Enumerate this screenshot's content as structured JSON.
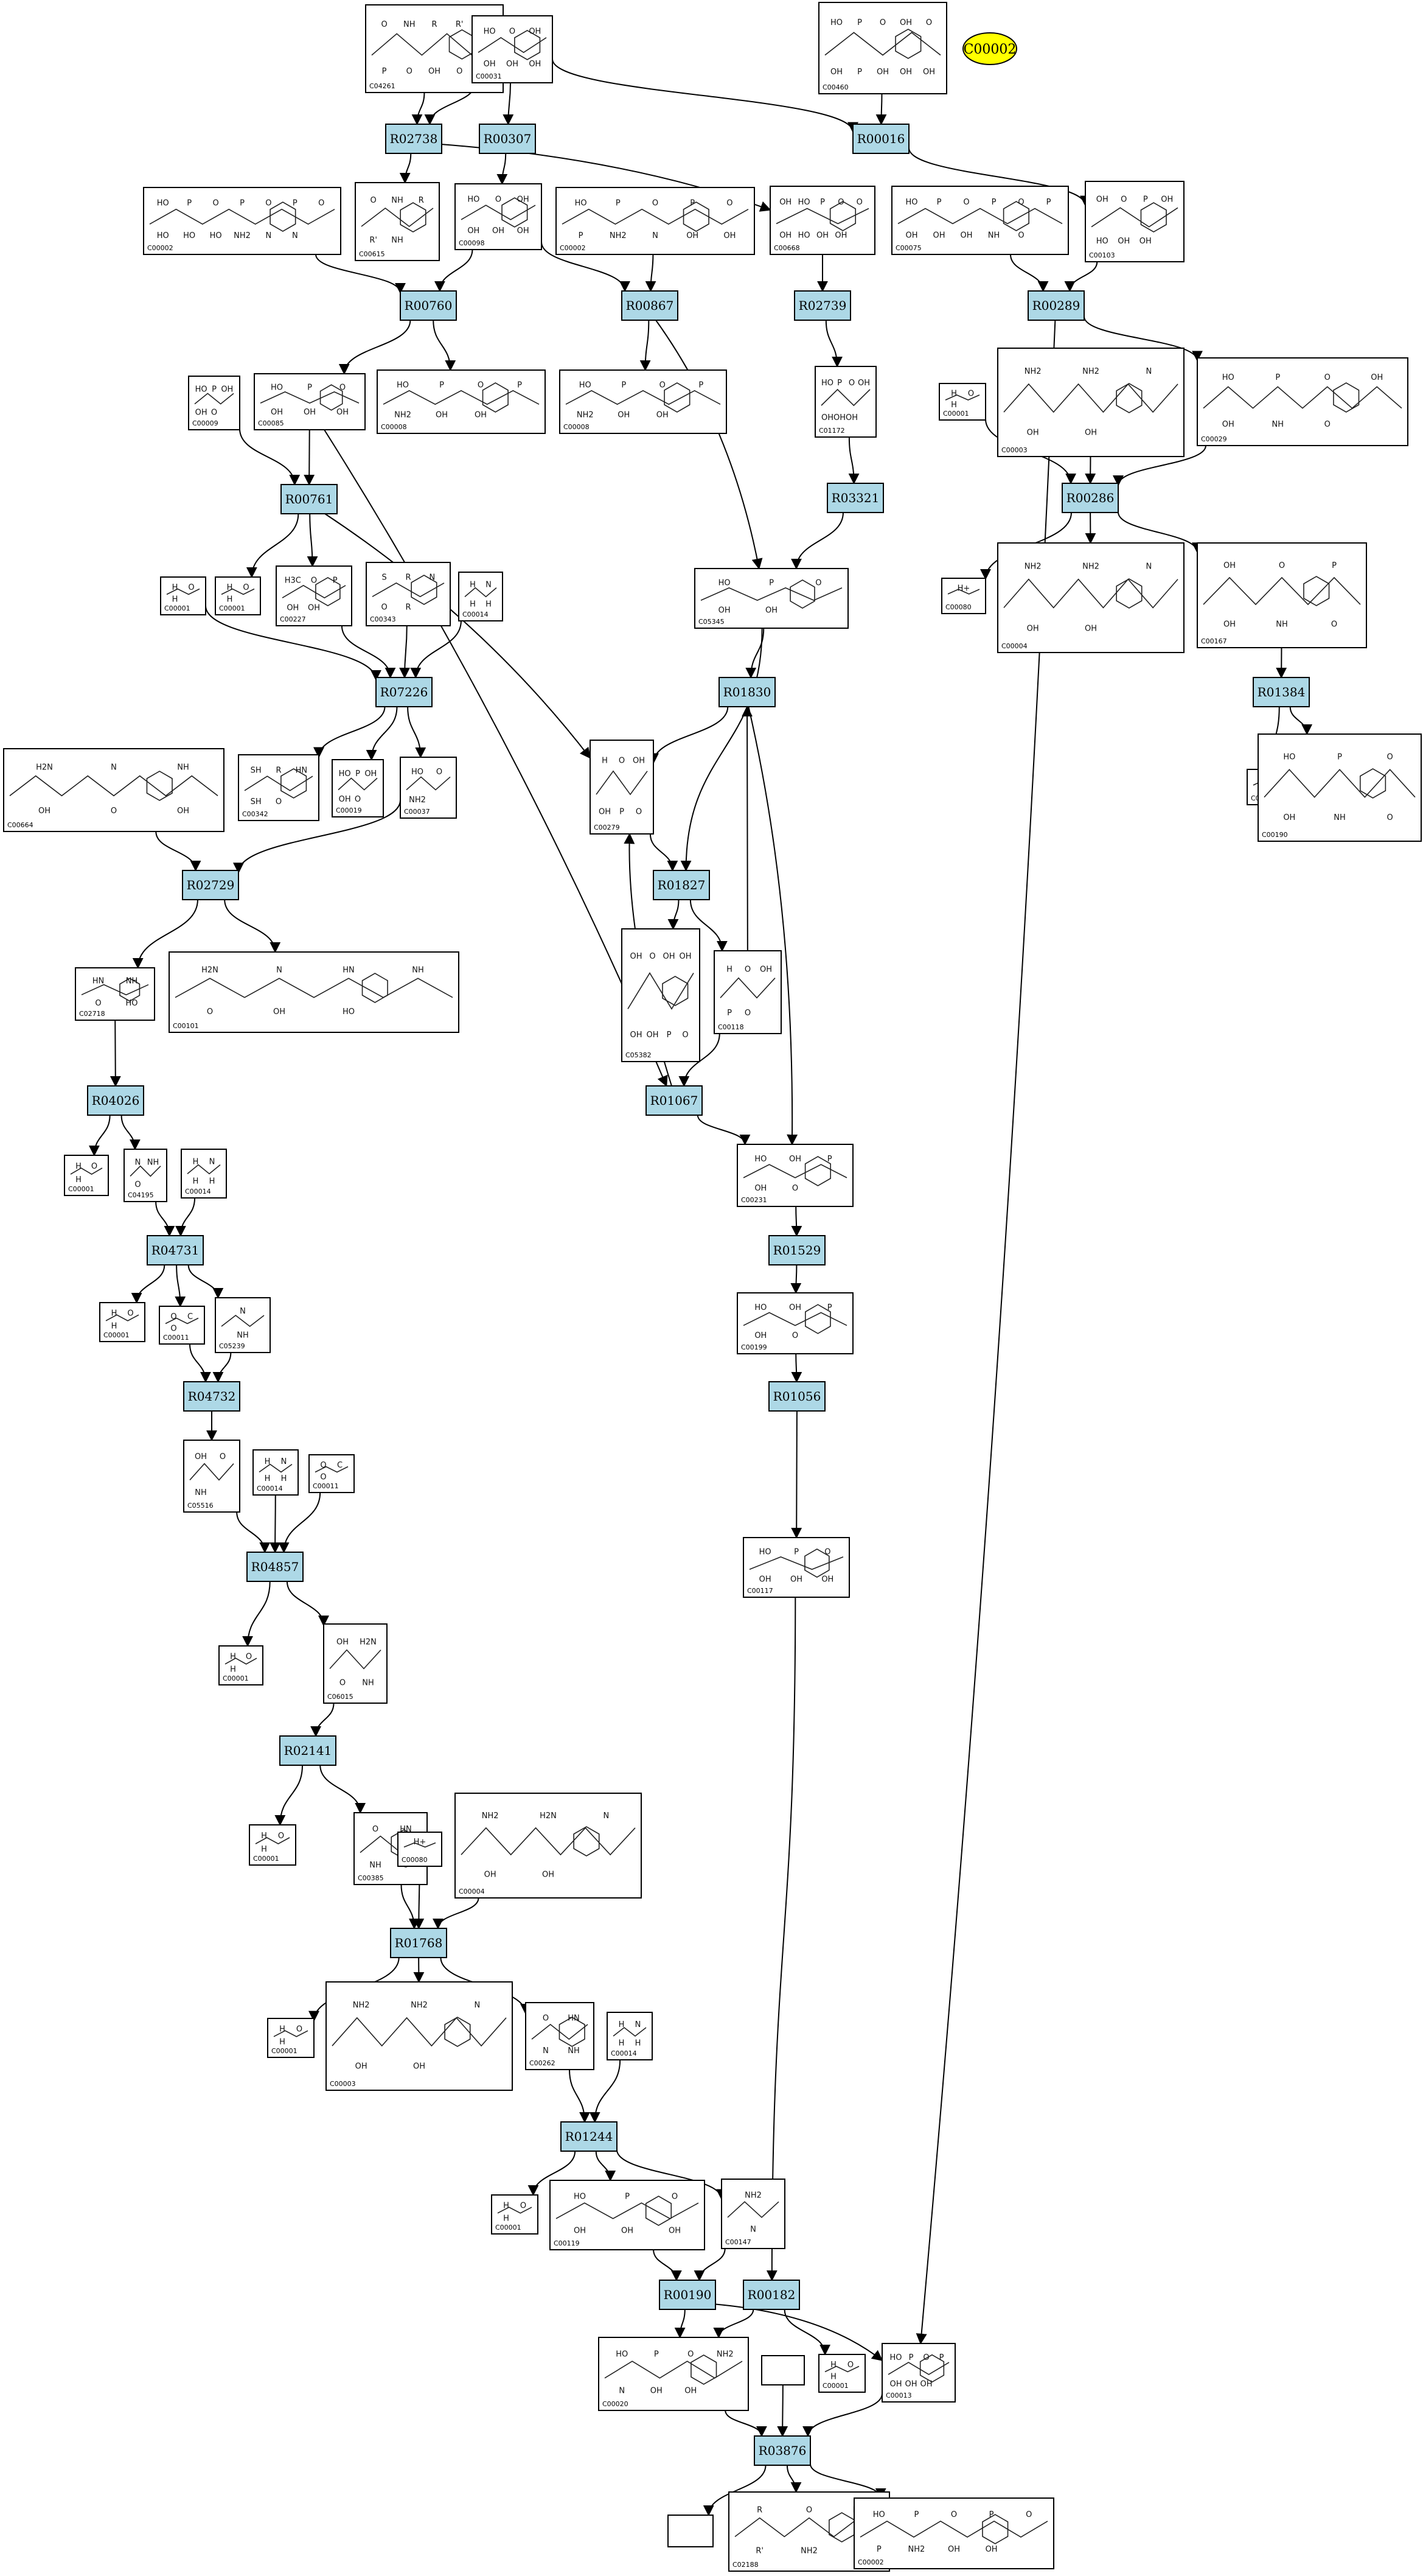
{
  "legend": {
    "label": "C00002",
    "color": "#ffff00"
  },
  "colors": {
    "reaction_fill": "#add8e6",
    "box_stroke": "#000000"
  },
  "reactions": [
    {
      "id": "r1",
      "label": "R02738"
    },
    {
      "id": "r2",
      "label": "R00307"
    },
    {
      "id": "r3",
      "label": "R00016"
    },
    {
      "id": "r4",
      "label": "R00760"
    },
    {
      "id": "r5",
      "label": "R00867"
    },
    {
      "id": "r6",
      "label": "R02739"
    },
    {
      "id": "r7",
      "label": "R00289"
    },
    {
      "id": "r8",
      "label": "R00761"
    },
    {
      "id": "r9",
      "label": "R03321"
    },
    {
      "id": "r10",
      "label": "R00286"
    },
    {
      "id": "r11",
      "label": "R07226"
    },
    {
      "id": "r12",
      "label": "R01830"
    },
    {
      "id": "r13",
      "label": "R01384"
    },
    {
      "id": "r14",
      "label": "R02729"
    },
    {
      "id": "r15",
      "label": "R01827"
    },
    {
      "id": "r16",
      "label": "R04026"
    },
    {
      "id": "r17",
      "label": "R01067"
    },
    {
      "id": "r18",
      "label": "R04731"
    },
    {
      "id": "r19",
      "label": "R01529"
    },
    {
      "id": "r20",
      "label": "R04732"
    },
    {
      "id": "r21",
      "label": "R01056"
    },
    {
      "id": "r22",
      "label": "R04857"
    },
    {
      "id": "r23",
      "label": "R02141"
    },
    {
      "id": "r24",
      "label": "R01768"
    },
    {
      "id": "r25",
      "label": "R01244"
    },
    {
      "id": "r26",
      "label": "R00190"
    },
    {
      "id": "r27",
      "label": "R00182"
    },
    {
      "id": "r28",
      "label": "R03876"
    }
  ],
  "compounds": [
    {
      "id": "c1",
      "label": "C04261",
      "atoms": [
        "O",
        "NH",
        "R",
        "R'",
        "HO",
        "P",
        "O",
        "OH",
        "O"
      ]
    },
    {
      "id": "c2",
      "label": "C00031",
      "atoms": [
        "HO",
        "O",
        "OH",
        "OH",
        "OH",
        "OH"
      ]
    },
    {
      "id": "c3",
      "label": "C00460",
      "atoms": [
        "HO",
        "P",
        "O",
        "OH",
        "O",
        "OH",
        "P",
        "OH",
        "OH",
        "OH"
      ]
    },
    {
      "id": "c4",
      "label": "C00002",
      "atoms": [
        "HO",
        "P",
        "O",
        "P",
        "O",
        "P",
        "O",
        "HO",
        "HO",
        "HO",
        "NH2",
        "N",
        "N"
      ]
    },
    {
      "id": "c5",
      "label": "C00615",
      "atoms": [
        "O",
        "NH",
        "R",
        "R'",
        "NH"
      ]
    },
    {
      "id": "c6",
      "label": "C00098",
      "atoms": [
        "HO",
        "O",
        "OH",
        "OH",
        "OH",
        "OH"
      ]
    },
    {
      "id": "c7",
      "label": "C00002",
      "atoms": [
        "HO",
        "P",
        "O",
        "P",
        "O",
        "P",
        "NH2",
        "N",
        "OH",
        "OH"
      ]
    },
    {
      "id": "c8",
      "label": "C00668",
      "atoms": [
        "OH",
        "HO",
        "P",
        "O",
        "O",
        "OH",
        "HO",
        "OH",
        "OH"
      ]
    },
    {
      "id": "c9",
      "label": "C00075",
      "atoms": [
        "HO",
        "P",
        "O",
        "P",
        "O",
        "P",
        "OH",
        "OH",
        "OH",
        "NH",
        "O"
      ]
    },
    {
      "id": "c10",
      "label": "C00103",
      "atoms": [
        "OH",
        "O",
        "P",
        "OH",
        "HO",
        "OH",
        "OH"
      ]
    },
    {
      "id": "c11",
      "label": "C00009",
      "atoms": [
        "HO",
        "P",
        "OH",
        "OH",
        "O"
      ]
    },
    {
      "id": "c12",
      "label": "C00085",
      "atoms": [
        "HO",
        "P",
        "O",
        "OH",
        "OH",
        "OH"
      ]
    },
    {
      "id": "c13",
      "label": "C00008",
      "atoms": [
        "HO",
        "P",
        "O",
        "P",
        "NH2",
        "OH",
        "OH"
      ]
    },
    {
      "id": "c14",
      "label": "C00008",
      "atoms": [
        "HO",
        "P",
        "O",
        "P",
        "NH2",
        "OH",
        "OH"
      ]
    },
    {
      "id": "c15",
      "label": "C01172",
      "atoms": [
        "HO",
        "P",
        "O",
        "OH",
        "OH",
        "OH",
        "OH"
      ]
    },
    {
      "id": "c16",
      "label": "C00001",
      "atoms": [
        "H",
        "O",
        "H"
      ]
    },
    {
      "id": "c17",
      "label": "C00003",
      "atoms": [
        "NH2",
        "NH2",
        "N",
        "OH",
        "OH"
      ]
    },
    {
      "id": "c18",
      "label": "C00029",
      "atoms": [
        "HO",
        "P",
        "O",
        "OH",
        "OH",
        "NH",
        "O"
      ]
    },
    {
      "id": "c19",
      "label": "C00001",
      "atoms": [
        "H",
        "O",
        "H"
      ]
    },
    {
      "id": "c20",
      "label": "C00001",
      "atoms": [
        "H",
        "O",
        "H"
      ]
    },
    {
      "id": "c21",
      "label": "C00227",
      "atoms": [
        "H3C",
        "O",
        "P",
        "OH",
        "OH"
      ]
    },
    {
      "id": "c22",
      "label": "C00343",
      "atoms": [
        "S",
        "R",
        "N",
        "O",
        "R"
      ]
    },
    {
      "id": "c23",
      "label": "C00014",
      "atoms": [
        "H",
        "N",
        "H",
        "H"
      ]
    },
    {
      "id": "c24",
      "label": "C05345",
      "atoms": [
        "HO",
        "P",
        "O",
        "OH",
        "OH"
      ]
    },
    {
      "id": "c25",
      "label": "C00080",
      "atoms": [
        "H+"
      ]
    },
    {
      "id": "c26",
      "label": "C00004",
      "atoms": [
        "NH2",
        "NH2",
        "N",
        "OH",
        "OH"
      ]
    },
    {
      "id": "c27",
      "label": "C00167",
      "atoms": [
        "OH",
        "O",
        "P",
        "OH",
        "NH",
        "O"
      ]
    },
    {
      "id": "c28",
      "label": "C00664",
      "atoms": [
        "H2N",
        "N",
        "NH",
        "OH",
        "O",
        "OH"
      ]
    },
    {
      "id": "c29",
      "label": "C00342",
      "atoms": [
        "SH",
        "R",
        "HN",
        "SH",
        "O"
      ]
    },
    {
      "id": "c30",
      "label": "C00019",
      "atoms": [
        "HO",
        "P",
        "OH",
        "OH",
        "O"
      ]
    },
    {
      "id": "c31",
      "label": "C00037",
      "atoms": [
        "HO",
        "O",
        "NH2"
      ]
    },
    {
      "id": "c32",
      "label": "C00279",
      "atoms": [
        "H",
        "O",
        "OH",
        "OH",
        "P",
        "O"
      ]
    },
    {
      "id": "c33",
      "label": "C00011",
      "atoms": [
        "O",
        "C",
        "O"
      ]
    },
    {
      "id": "c34",
      "label": "C00190",
      "atoms": [
        "HO",
        "P",
        "O",
        "OH",
        "NH",
        "O"
      ]
    },
    {
      "id": "c35",
      "label": "C02718",
      "atoms": [
        "HN",
        "NH",
        "O",
        "HO"
      ]
    },
    {
      "id": "c36",
      "label": "C00101",
      "atoms": [
        "H2N",
        "N",
        "HN",
        "NH",
        "O",
        "OH",
        "HO"
      ]
    },
    {
      "id": "c37",
      "label": "C05382",
      "atoms": [
        "OH",
        "O",
        "OH",
        "OH",
        "OH",
        "OH",
        "P",
        "O"
      ]
    },
    {
      "id": "c38",
      "label": "C00118",
      "atoms": [
        "H",
        "O",
        "OH",
        "P",
        "O"
      ]
    },
    {
      "id": "c39",
      "label": "C00001",
      "atoms": [
        "H",
        "O",
        "H"
      ]
    },
    {
      "id": "c40",
      "label": "C04195",
      "atoms": [
        "N",
        "NH",
        "O"
      ]
    },
    {
      "id": "c41",
      "label": "C00014",
      "atoms": [
        "H",
        "N",
        "H",
        "H"
      ]
    },
    {
      "id": "c42",
      "label": "C00231",
      "atoms": [
        "HO",
        "OH",
        "P",
        "OH",
        "O"
      ]
    },
    {
      "id": "c43",
      "label": "C00001",
      "atoms": [
        "H",
        "O",
        "H"
      ]
    },
    {
      "id": "c44",
      "label": "C00011",
      "atoms": [
        "O",
        "C",
        "O"
      ]
    },
    {
      "id": "c45",
      "label": "C05239",
      "atoms": [
        "N",
        "NH"
      ]
    },
    {
      "id": "c46",
      "label": "C00199",
      "atoms": [
        "HO",
        "OH",
        "P",
        "OH",
        "O"
      ]
    },
    {
      "id": "c47",
      "label": "C05516",
      "atoms": [
        "OH",
        "O",
        "NH"
      ]
    },
    {
      "id": "c48",
      "label": "C00014",
      "atoms": [
        "H",
        "N",
        "H",
        "H"
      ]
    },
    {
      "id": "c49",
      "label": "C00011",
      "atoms": [
        "O",
        "C",
        "O"
      ]
    },
    {
      "id": "c50",
      "label": "C00117",
      "atoms": [
        "HO",
        "P",
        "O",
        "OH",
        "OH",
        "OH"
      ]
    },
    {
      "id": "c51",
      "label": "C00001",
      "atoms": [
        "H",
        "O",
        "H"
      ]
    },
    {
      "id": "c52",
      "label": "C06015",
      "atoms": [
        "OH",
        "H2N",
        "O",
        "NH"
      ]
    },
    {
      "id": "c53",
      "label": "C00001",
      "atoms": [
        "H",
        "O",
        "H"
      ]
    },
    {
      "id": "c54",
      "label": "C00385",
      "atoms": [
        "O",
        "HN",
        "NH",
        "O"
      ]
    },
    {
      "id": "c55",
      "label": "C00080",
      "atoms": [
        "H+"
      ]
    },
    {
      "id": "c56",
      "label": "C00004",
      "atoms": [
        "NH2",
        "H2N",
        "N",
        "OH",
        "OH"
      ]
    },
    {
      "id": "c57",
      "label": "C00001",
      "atoms": [
        "H",
        "O",
        "H"
      ]
    },
    {
      "id": "c58",
      "label": "C00003",
      "atoms": [
        "NH2",
        "NH2",
        "N",
        "OH",
        "OH"
      ]
    },
    {
      "id": "c59",
      "label": "C00262",
      "atoms": [
        "O",
        "HN",
        "N",
        "NH"
      ]
    },
    {
      "id": "c60",
      "label": "C00014",
      "atoms": [
        "H",
        "N",
        "H",
        "H"
      ]
    },
    {
      "id": "c61",
      "label": "C00001",
      "atoms": [
        "H",
        "O",
        "H"
      ]
    },
    {
      "id": "c62",
      "label": "C00119",
      "atoms": [
        "HO",
        "P",
        "O",
        "OH",
        "OH",
        "OH"
      ]
    },
    {
      "id": "c63",
      "label": "C00147",
      "atoms": [
        "NH2",
        "N"
      ]
    },
    {
      "id": "c64",
      "label": "C00020",
      "atoms": [
        "HO",
        "P",
        "O",
        "NH2",
        "N",
        "OH",
        "OH"
      ]
    },
    {
      "id": "c65",
      "label": "",
      "atoms": []
    },
    {
      "id": "c66",
      "label": "C00001",
      "atoms": [
        "H",
        "O",
        "H"
      ]
    },
    {
      "id": "c67",
      "label": "C00013",
      "atoms": [
        "HO",
        "P",
        "O",
        "P",
        "OH",
        "OH",
        "OH"
      ]
    },
    {
      "id": "c68",
      "label": "",
      "atoms": []
    },
    {
      "id": "c69",
      "label": "C02188",
      "atoms": [
        "R",
        "O",
        "NH",
        "R'",
        "NH2"
      ]
    },
    {
      "id": "c70",
      "label": "C00002",
      "atoms": [
        "HO",
        "P",
        "O",
        "P",
        "O",
        "P",
        "NH2",
        "OH",
        "OH"
      ]
    }
  ]
}
